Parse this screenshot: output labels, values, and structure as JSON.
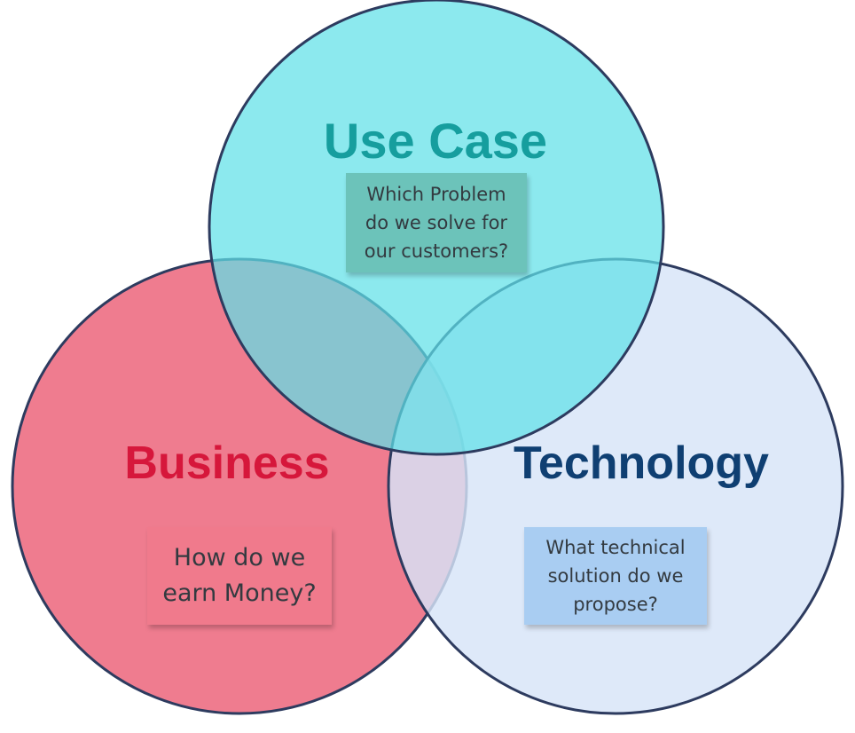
{
  "colors": {
    "use_case_fill": "#5fe1e8",
    "business_fill": "#e95069",
    "technology_fill": "#d7e4f8",
    "outline": "#2d3b5f",
    "use_case_title": "#169e9e",
    "business_title": "#d6173b",
    "technology_title": "#0f3f72",
    "use_case_note": "#6cc3ba",
    "business_note": "#f07a8c",
    "technology_note": "#a9cdf2"
  },
  "use_case": {
    "title": "Use Case",
    "note_lines": [
      "Which Problem",
      "do we solve for",
      "our customers?"
    ]
  },
  "business": {
    "title": "Business",
    "note_lines": [
      "How do we",
      "earn Money?"
    ]
  },
  "technology": {
    "title": "Technology",
    "note_lines": [
      "What technical",
      "solution do we",
      "propose?"
    ]
  }
}
